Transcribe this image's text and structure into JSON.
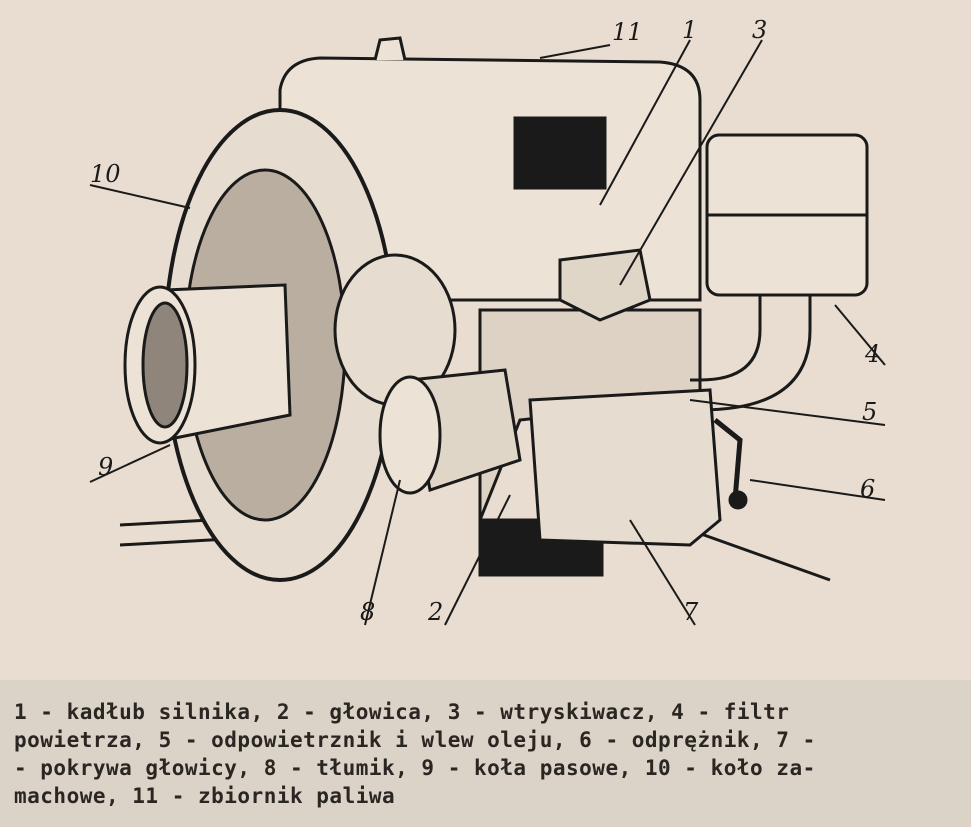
{
  "callouts": {
    "n1": "1",
    "n2": "2",
    "n3": "3",
    "n4": "4",
    "n5": "5",
    "n6": "6",
    "n7": "7",
    "n8": "8",
    "n9": "9",
    "n10": "10",
    "n11": "11"
  },
  "caption": "1 - kadłub silnika, 2 - głowica, 3 - wtryskiwacz, 4 - filtr\npowietrza, 5 - odpowietrznik i wlew oleju, 6 - odprężnik, 7 -\n- pokrywa głowicy, 8 - tłumik, 9 - koła pasowe, 10 - koło za-\nmachowe, 11 - zbiornik paliwa"
}
